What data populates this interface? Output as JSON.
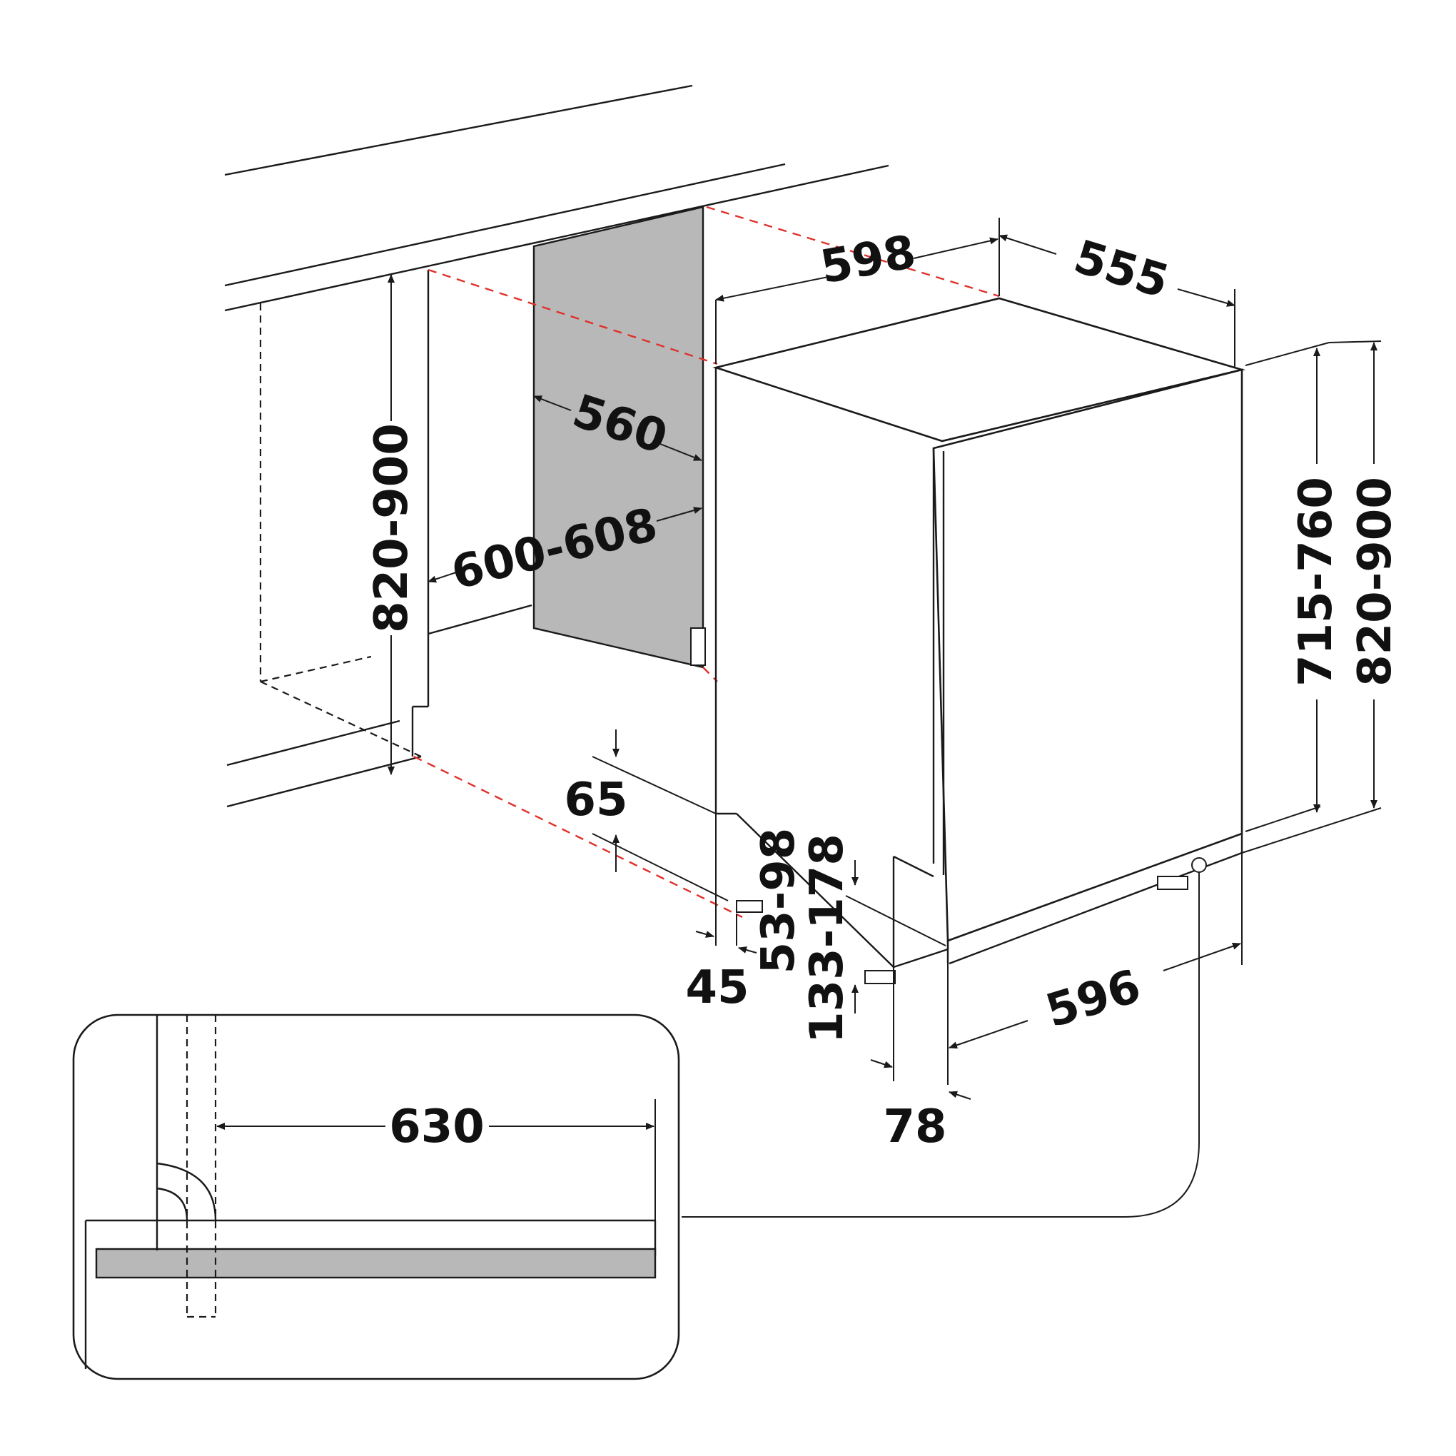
{
  "colors": {
    "line": "#1a1a1a",
    "guide": "#e0302a",
    "panel": "#b8b8b8",
    "label": "#111111"
  },
  "labels": {
    "width_top": "598",
    "depth_top": "555",
    "niche_depth": "560",
    "niche_width": "600-608",
    "niche_height": "820-900",
    "height_body": "715-760",
    "height_total": "820-900",
    "plinth": "65",
    "plinth_gap": "45",
    "feet_range": "53-98",
    "front_feet": "133-178",
    "width_bottom": "596",
    "door_offset": "78",
    "inset_depth": "630"
  }
}
